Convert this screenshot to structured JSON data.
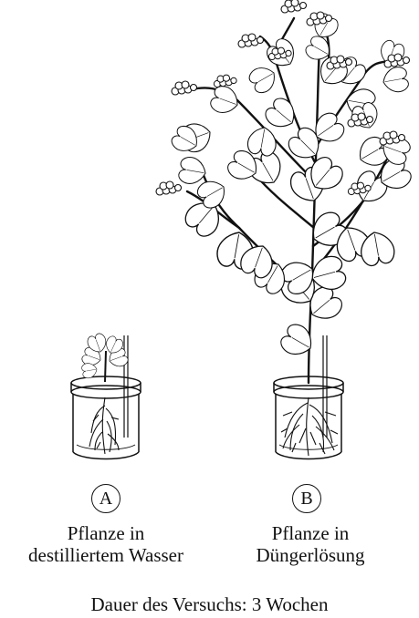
{
  "figure": {
    "plant_a": {
      "label": "A",
      "caption_line1": "Pflanze in",
      "caption_line2": "destilliertem Wasser"
    },
    "plant_b": {
      "label": "B",
      "caption_line1": "Pflanze in",
      "caption_line2": "Düngerlösung"
    },
    "duration": "Dauer des Versuchs: 3 Wochen"
  }
}
